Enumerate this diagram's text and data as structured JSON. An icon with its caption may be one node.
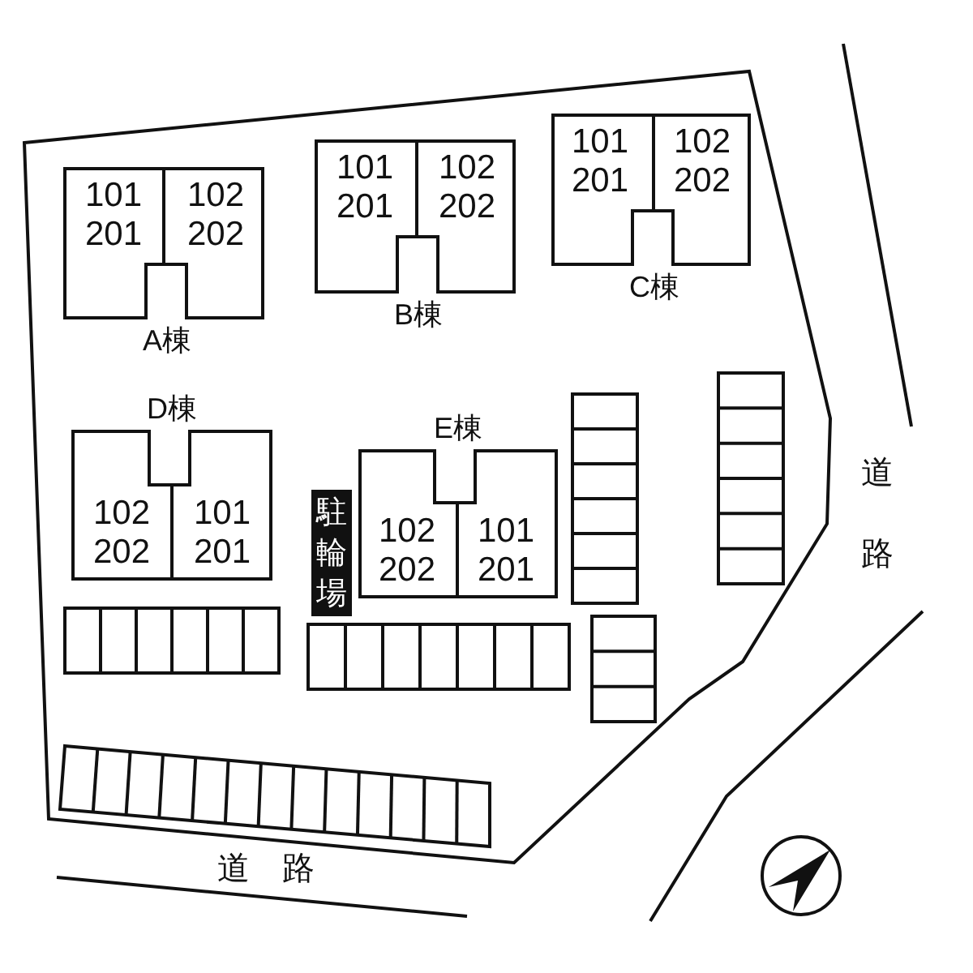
{
  "diagram": {
    "nodes": [
      {
        "text": [
          "A棟"
        ]
      },
      {
        "text": [
          "101 201"
        ],
        "in": 0
      },
      {
        "text": [
          "102 202"
        ],
        "in": 0
      },
      {
        "text": [
          "B棟"
        ]
      },
      {
        "text": [
          "101 201"
        ],
        "in": 3
      },
      {
        "text": [
          "102 202"
        ],
        "in": 3
      },
      {
        "text": [
          "C棟"
        ]
      },
      {
        "text": [
          "101 201"
        ],
        "in": 6
      },
      {
        "text": [
          "102 202"
        ],
        "in": 6
      },
      {
        "text": [
          "D棟"
        ]
      },
      {
        "text": [
          "102 202"
        ],
        "in": 9
      },
      {
        "text": [
          "101 201"
        ],
        "in": 9
      },
      {
        "text": [
          "E棟"
        ]
      },
      {
        "text": [
          "102 202"
        ],
        "in": 12
      },
      {
        "text": [
          "101 201"
        ],
        "in": 12
      },
      {
        "text": [
          "駐輪場"
        ]
      }
    ],
    "edges": [],
    "labels": [
      "道路",
      "道路"
    ]
  }
}
